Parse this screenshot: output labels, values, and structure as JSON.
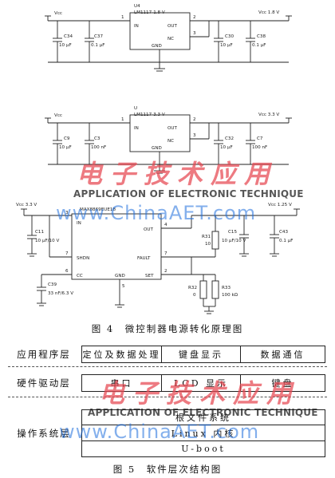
{
  "figure4": {
    "caption": "图 4　微控制器电源转化原理图",
    "top_regulator": {
      "ref": "U4",
      "part": "LM1117-1.8 V",
      "pins": {
        "in": "IN",
        "out": "OUT",
        "nc": "NC",
        "gnd": "GND"
      },
      "pin_nums": {
        "in": "1",
        "out": "2",
        "nc": "3"
      },
      "vin_label": "Vcc",
      "vout_label": "Vcc 1.8 V",
      "caps": [
        {
          "ref": "C34",
          "value": "10 μF"
        },
        {
          "ref": "C37",
          "value": "0.1 μF"
        },
        {
          "ref": "C30",
          "value": "10 μF"
        },
        {
          "ref": "C38",
          "value": "0.1 μF"
        }
      ]
    },
    "mid_regulator": {
      "ref": "U",
      "part": "LM1117-3.3 V",
      "pins": {
        "in": "IN",
        "out": "OUT",
        "nc": "NC",
        "gnd": "GND"
      },
      "pin_nums": {
        "in": "1",
        "out": "2",
        "nc": "3"
      },
      "vin_label": "Vcc",
      "vout_label": "Vcc 3.3 V",
      "caps": [
        {
          "ref": "C9",
          "value": "10 μF"
        },
        {
          "ref": "C3",
          "value": "100 nF"
        },
        {
          "ref": "C32",
          "value": "10 μF"
        },
        {
          "ref": "C7",
          "value": "100 nF"
        }
      ]
    },
    "bottom_regulator": {
      "part": "MAX8869EUE18",
      "pins": {
        "in": "IN",
        "out": "OUT",
        "shdn": "SHDN",
        "fault": "FAULT",
        "cc": "CC",
        "gnd": "GND",
        "set": "SET"
      },
      "pin_nums": {
        "in": "3",
        "out": "4",
        "shdn": "7",
        "fault": "7",
        "cc": "6",
        "gnd": "5",
        "set": "2"
      },
      "vin_label": "Vcc 3.3 V",
      "vout_label": "Vcc 1.25 V",
      "caps": [
        {
          "ref": "C11",
          "value": "10 μF/10 V"
        },
        {
          "ref": "C15",
          "value": "10 μF/10 V"
        },
        {
          "ref": "C43",
          "value": "0.1 μF"
        },
        {
          "ref": "C39",
          "value": "33 nF/6.3 V"
        }
      ],
      "resistors": [
        {
          "ref": "R31",
          "value": "10"
        },
        {
          "ref": "R32",
          "value": "0"
        },
        {
          "ref": "R33",
          "value": "100 kΩ"
        }
      ]
    }
  },
  "figure5": {
    "caption": "图 5　软件层次结构图",
    "rows": [
      {
        "label": "应用程序层",
        "cells": [
          "定位及数据处理",
          "键盘显示",
          "数据通信"
        ]
      },
      {
        "label": "硬件驱动层",
        "cells": [
          "串口",
          "LCD 显示",
          "键盘"
        ]
      },
      {
        "label": "操作系统层",
        "cells": [
          "根文件系统",
          "Linux 内核",
          "U-boot"
        ]
      }
    ]
  },
  "watermark": {
    "logo_cn": "电子技术应用",
    "logo_en": "APPLICATION OF ELECTRONIC TECHNIQUE",
    "url": "www.ChinaAET.com"
  }
}
